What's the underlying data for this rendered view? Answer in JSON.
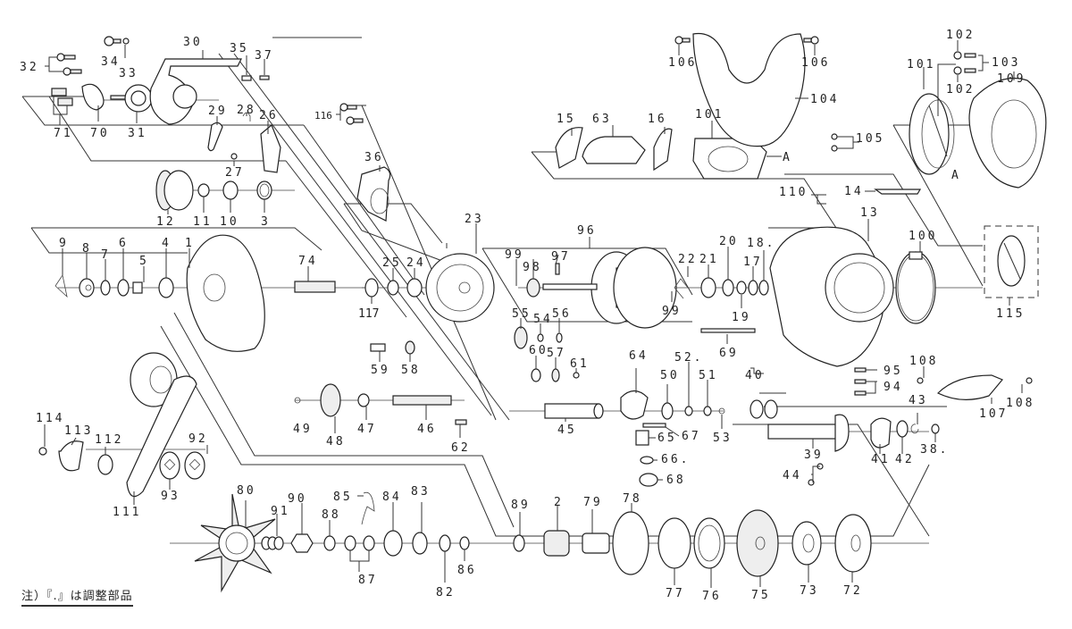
{
  "diagram": {
    "title": "Reel exploded parts diagram",
    "note": "注）『.』は調整部品",
    "ref_marker": "A",
    "labels": {
      "p1": "1",
      "p2": "2",
      "p3": "3",
      "p4": "4",
      "p5": "5",
      "p6": "6",
      "p7": "7",
      "p8": "8",
      "p9": "9",
      "p10": "10",
      "p11": "11",
      "p12": "12",
      "p13": "13",
      "p14": "14",
      "p15": "15",
      "p16": "16",
      "p17": "17",
      "p18": "18.",
      "p19": "19",
      "p20": "20",
      "p21": "21",
      "p22": "22",
      "p23": "23",
      "p24": "24",
      "p25": "25",
      "p26": "26",
      "p27": "27",
      "p28": "28",
      "p29": "29",
      "p30": "30",
      "p31": "31",
      "p32": "32",
      "p33": "33",
      "p34": "34",
      "p35": "35",
      "p36": "36",
      "p37": "37",
      "p38": "38.",
      "p39": "39",
      "p40": "40",
      "p41": "41",
      "p42": "42",
      "p43": "43",
      "p44": "44",
      "p45": "45",
      "p46": "46",
      "p47": "47",
      "p48": "48",
      "p49": "49",
      "p50": "50",
      "p51": "51",
      "p52": "52.",
      "p53": "53",
      "p54": "54",
      "p55": "55",
      "p56": "56",
      "p57": "57",
      "p58": "58",
      "p59": "59",
      "p60": "60",
      "p61": "61",
      "p62": "62",
      "p63": "63",
      "p64": "64",
      "p65": "65",
      "p66": "66.",
      "p67": "67",
      "p68": "68",
      "p69": "69",
      "p70": "70",
      "p71": "71",
      "p72": "72",
      "p73": "73",
      "p74": "74",
      "p75": "75",
      "p76": "76",
      "p77": "77",
      "p78": "78",
      "p79": "79",
      "p80": "80",
      "p82": "82",
      "p83": "83",
      "p84": "84",
      "p85": "85",
      "p86": "86",
      "p87": "87",
      "p88": "88",
      "p89": "89",
      "p90": "90",
      "p91": "91",
      "p92": "92",
      "p93": "93",
      "p94": "94",
      "p95": "95",
      "p96": "96",
      "p97": "97",
      "p98": "98",
      "p99a": "99",
      "p99b": "99",
      "p100": "100",
      "p101a": "101",
      "p101b": "101",
      "p102a": "102",
      "p102b": "102",
      "p103": "103",
      "p104": "104",
      "p105": "105",
      "p106a": "106",
      "p106b": "106",
      "p107": "107",
      "p108a": "108",
      "p108b": "108",
      "p109": "109",
      "p110": "110",
      "p111": "111",
      "p112": "112",
      "p113": "113",
      "p114": "114",
      "p115": "115",
      "p116": "116",
      "p117": "117"
    }
  }
}
